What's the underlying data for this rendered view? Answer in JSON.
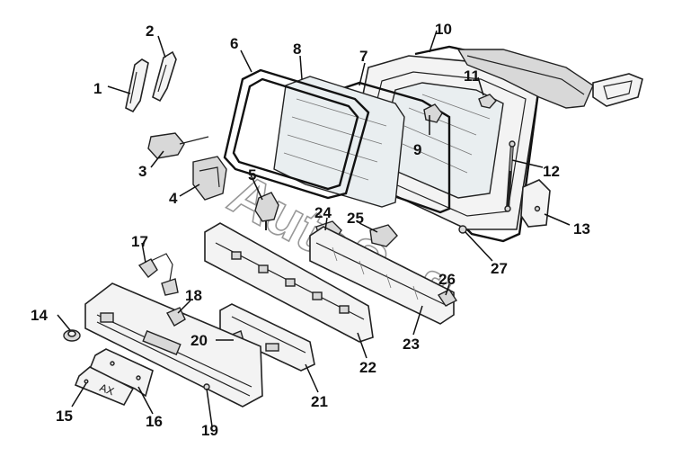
{
  "diagram": {
    "callouts": [
      "1",
      "2",
      "3",
      "4",
      "5",
      "6",
      "7",
      "8",
      "9",
      "10",
      "11",
      "12",
      "13",
      "14",
      "15",
      "16",
      "17",
      "18",
      "19",
      "20",
      "21",
      "22",
      "23",
      "24",
      "25",
      "26",
      "27"
    ],
    "watermark": "AutoSoft",
    "plate_text": "AX"
  }
}
